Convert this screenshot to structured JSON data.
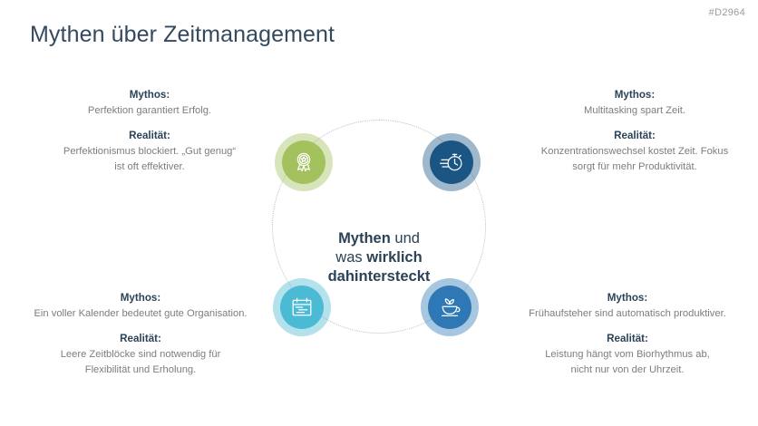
{
  "slide": {
    "corner_code": "#D2964",
    "title": "Mythen über Zeitmanagement",
    "background_color": "#ffffff",
    "title_color": "#34495e"
  },
  "center": {
    "line1_bold": "Mythen",
    "line1_rest": " und",
    "line2_rest": "was ",
    "line2_bold": "wirklich",
    "line3_bold": "dahintersteckt"
  },
  "labels": {
    "myth": "Mythos:",
    "reality": "Realität:"
  },
  "quadrants": {
    "top_left": {
      "icon": "award-badge-icon",
      "color": "#a3c25e",
      "myth_label": "Mythos:",
      "myth_text": "Perfektion garantiert Erfolg.",
      "reality_label": "Realität:",
      "reality_text_line1": "Perfektionismus blockiert. „Gut genug“",
      "reality_text_line2": "ist oft effektiver."
    },
    "top_right": {
      "icon": "stopwatch-speed-icon",
      "color": "#1b5584",
      "myth_label": "Mythos:",
      "myth_text": "Multitasking spart Zeit.",
      "reality_label": "Realität:",
      "reality_text_line1": "Konzentrationswechsel kostet Zeit. Fokus",
      "reality_text_line2": "sorgt für mehr Produktivität."
    },
    "bottom_left": {
      "icon": "calendar-schedule-icon",
      "color": "#4bbad4",
      "myth_label": "Mythos:",
      "myth_text": "Ein voller Kalender bedeutet gute Organisation.",
      "reality_label": "Realität:",
      "reality_text_line1": "Leere Zeitblöcke sind notwendig für",
      "reality_text_line2": "Flexibilität und Erholung."
    },
    "bottom_right": {
      "icon": "tea-cup-leaf-icon",
      "color": "#2e79b5",
      "myth_label": "Mythos:",
      "myth_text": "Frühaufsteher sind automatisch produktiver.",
      "reality_label": "Realität:",
      "reality_text_line1": "Leistung hängt vom Biorhythmus ab,",
      "reality_text_line2": "nicht nur von der Uhrzeit."
    }
  }
}
